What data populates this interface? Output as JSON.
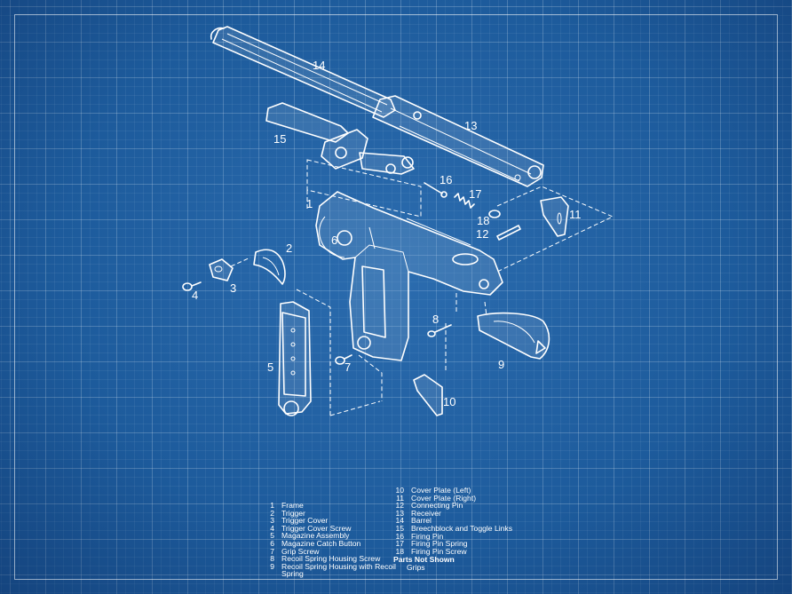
{
  "callouts": [
    "1",
    "2",
    "3",
    "4",
    "5",
    "6",
    "7",
    "8",
    "9",
    "10",
    "11",
    "12",
    "13",
    "14",
    "15",
    "16",
    "17",
    "18"
  ],
  "legend": {
    "items": [
      {
        "num": "1",
        "text": "Frame"
      },
      {
        "num": "2",
        "text": "Trigger"
      },
      {
        "num": "3",
        "text": "Trigger Cover"
      },
      {
        "num": "4",
        "text": "Trigger Cover Screw"
      },
      {
        "num": "5",
        "text": "Magazine Assembly"
      },
      {
        "num": "6",
        "text": "Magazine Catch Button"
      },
      {
        "num": "7",
        "text": "Grip Screw"
      },
      {
        "num": "8",
        "text": "Recoil Spring Housing Screw"
      },
      {
        "num": "9",
        "text": "Recoil Spring Housing with Recoil",
        "wrap": "Spring"
      },
      {
        "num": "10",
        "text": "Cover Plate (Left)"
      },
      {
        "num": "11",
        "text": "Cover Plate (Right)"
      },
      {
        "num": "12",
        "text": "Connecting Pin"
      },
      {
        "num": "13",
        "text": "Receiver"
      },
      {
        "num": "14",
        "text": "Barrel"
      },
      {
        "num": "15",
        "text": "Breechblock and Toggle Links"
      },
      {
        "num": "16",
        "text": "Firing Pin"
      },
      {
        "num": "17",
        "text": "Firing Pin Spring"
      },
      {
        "num": "18",
        "text": "Firing Pin Screw"
      }
    ],
    "parts_not_shown_heading": "Parts Not Shown",
    "parts_not_shown": [
      "Grips"
    ]
  },
  "colors": {
    "background": "#1d5b9c",
    "line": "#ffffff"
  }
}
